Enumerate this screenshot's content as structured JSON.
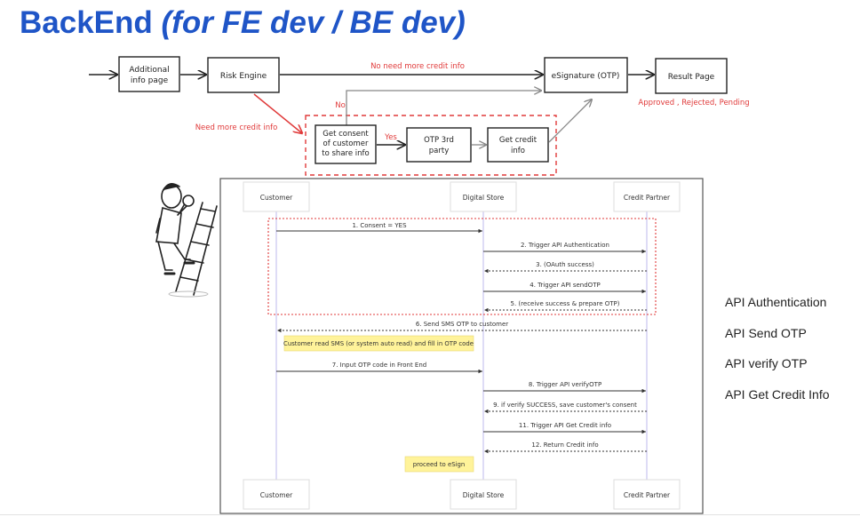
{
  "title": {
    "main": "BackEnd",
    "sub": "(for FE dev / BE dev)"
  },
  "flow": {
    "boxes": {
      "additional": [
        "Additional",
        "info page"
      ],
      "risk": "Risk Engine",
      "esign": "eSignature (OTP)",
      "result": "Result Page",
      "consent": [
        "Get consent",
        "of customer",
        "to share info"
      ],
      "otp": [
        "OTP 3rd",
        "party"
      ],
      "credit": [
        "Get credit",
        "info"
      ]
    },
    "labels": {
      "no_more": "No need more credit info",
      "need_more": "Need more credit info",
      "no": "No",
      "yes": "Yes",
      "outcomes": "Approved , Rejected, Pending"
    }
  },
  "sequence": {
    "participants": [
      "Customer",
      "Digital Store",
      "Credit Partner"
    ],
    "messages": [
      "1. Consent = YES",
      "2. Trigger API Authentication",
      "3. (OAuth success)",
      "4. Trigger API sendOTP",
      "5. (receive success & prepare OTP)",
      "6. Send SMS OTP to customer",
      "7. Input OTP code in Front End",
      "8. Trigger API verifyOTP",
      "9. if verify SUCCESS, save customer's consent",
      "11. Trigger API Get Credit info",
      "12. Return Credit info"
    ],
    "notes": {
      "customer_read": "Customer read SMS (or system auto read) and fill in OTP code",
      "proceed": "proceed to eSign"
    }
  },
  "api_list": [
    "API Authentication",
    "API Send OTP",
    "API verify OTP",
    "API Get Credit Info"
  ],
  "colors": {
    "title": "#1f55c7",
    "accent_red": "#e03a3a",
    "note_yellow": "#fff39a",
    "lifeline": "#c9c4ef"
  }
}
